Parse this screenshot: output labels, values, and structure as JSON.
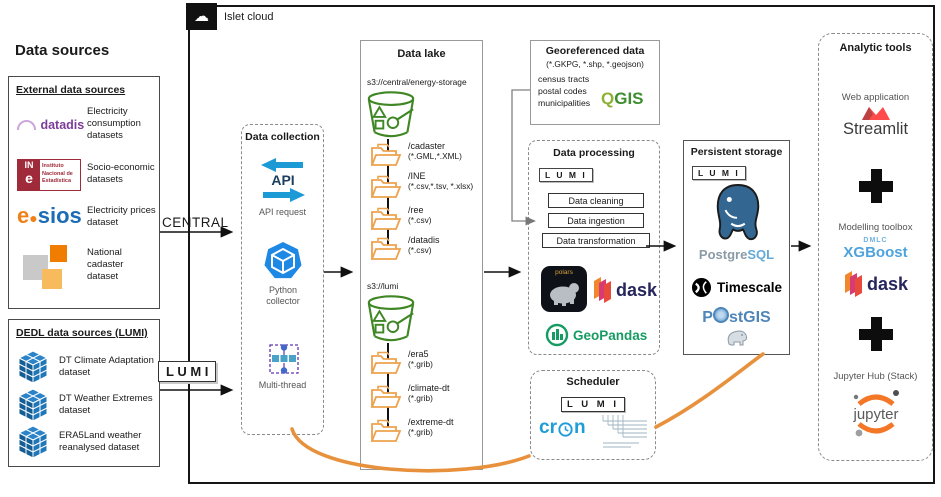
{
  "islet": {
    "label": "Islet cloud"
  },
  "data_sources": {
    "title": "Data sources",
    "external": {
      "title": "External data sources",
      "items": [
        {
          "logo": "datadis",
          "label": "Electricity consumption datasets"
        },
        {
          "logo_in": "IN",
          "logo_e": "e",
          "logo_caption": "Instituto Nacional de Estadística",
          "label": "Socio-economic datasets"
        },
        {
          "logo_e": "e",
          "logo_sios": "sios",
          "label": "Electricity prices dataset"
        },
        {
          "label": "National cadaster dataset"
        }
      ]
    },
    "dedl": {
      "title": "DEDL data sources (LUMI)",
      "items": [
        {
          "label": "DT Climate Adaptation dataset"
        },
        {
          "label": "DT Weather Extremes dataset"
        },
        {
          "label": "ERA5Land weather reanalysed dataset"
        }
      ]
    }
  },
  "flows": {
    "central": "CENTRAL",
    "lumi": "L U M I"
  },
  "data_collection": {
    "title": "Data collection",
    "api_text": "API",
    "api_label": "API request",
    "python_label": "Python collector",
    "thread_label": "Multi-thread"
  },
  "data_lake": {
    "title": "Data lake",
    "buckets": [
      {
        "name": "s3://central/energy-storage",
        "folders": [
          {
            "name": "/cadaster",
            "formats": "(*.GML,*.XML)"
          },
          {
            "name": "/INE",
            "formats": "(*.csv,*.tsv, *.xlsx)"
          },
          {
            "name": "/ree",
            "formats": "(*.csv)"
          },
          {
            "name": "/datadis",
            "formats": "(*.csv)"
          }
        ]
      },
      {
        "name": "s3://lumi",
        "folders": [
          {
            "name": "/era5",
            "formats": "(*.grib)"
          },
          {
            "name": "/climate-dt",
            "formats": "(*.grib)"
          },
          {
            "name": "/extreme-dt",
            "formats": "(*.grib)"
          }
        ]
      }
    ]
  },
  "georeferenced": {
    "title": "Georeferenced data",
    "formats": "(*.GKPG, *.shp, *.geojson)",
    "items": [
      "census tracts",
      "postal codes",
      "municipalities"
    ],
    "qgis_q": "Q",
    "qgis_gis": "GIS"
  },
  "data_processing": {
    "title": "Data processing",
    "env": "L U M I",
    "steps": [
      "Data cleaning",
      "Data ingestion",
      "Data transformation"
    ],
    "polars": "polars",
    "dask": "dask",
    "geopandas": "GeoPandas"
  },
  "persistent_storage": {
    "title": "Persistent storage",
    "env": "L U M I",
    "postgre": "Postgre",
    "sql": "SQL",
    "timescale": "Timescale",
    "postgis_p": "P",
    "postgis_rest": "stGIS"
  },
  "scheduler": {
    "title": "Scheduler",
    "env": "L U M I",
    "cron_cr": "cr",
    "cron_n": "n"
  },
  "analytic_tools": {
    "title": "Analytic tools",
    "web_label": "Web application",
    "streamlit": "Streamlit",
    "modelling_label": "Modelling toolbox",
    "dmlc": "DMLC",
    "xgboost": "XGBoost",
    "dask": "dask",
    "jupyterhub_label": "Jupyter Hub (Stack)",
    "jupyter": "jupyter"
  },
  "colors": {
    "orange_flow": "#E8913D",
    "bucket_green": "#3F8624",
    "folder_orange": "#ECA24F",
    "dedl_blue": "#1878BE"
  }
}
